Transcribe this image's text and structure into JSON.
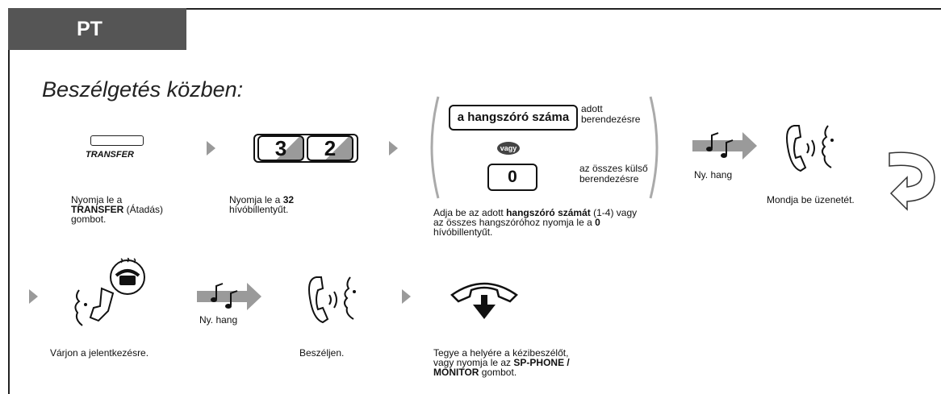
{
  "tab_title": "PT",
  "heading": "Beszélgetés közben:",
  "transfer_label": "TRANSFER",
  "step1": {
    "pre": "Nyomja le a",
    "bold": "TRANSFER",
    "post": " (Átadás)",
    "line3": "gombot."
  },
  "step2": {
    "pre": "Nyomja le a ",
    "bold": "32",
    "line2": "hívóbillentyűt."
  },
  "keys": {
    "k1": "3",
    "k2": "2",
    "zero": "0"
  },
  "speaker_number_label": "a hangszóró száma",
  "specific_device": {
    "l1": "adott",
    "l2": "berendezésre"
  },
  "or_label": "vagy",
  "all_external": {
    "l1": "az összes külső",
    "l2": "berendezésre"
  },
  "step3": {
    "pre": "Adja be az adott ",
    "bold": "hangszóró számát",
    "post": " (1-4) vagy",
    "l2_pre": "az összes hangszóróhoz nyomja le a ",
    "l2_bold": "0",
    "l3": " hívóbillentyűt."
  },
  "tone_label": "Ny. hang",
  "step4": "Mondja be üzenetét.",
  "step5": "Várjon a jelentkezésre.",
  "tone_label2": "Ny. hang",
  "step6": "Beszéljen.",
  "step7": {
    "l1": "Tegye a helyére a kézibeszélőt,",
    "l2_pre": "vagy nyomja le az ",
    "l2_bold": "SP-PHONE /",
    "l3_bold": "MONITOR",
    "l3_post": " gombot."
  },
  "icons": {
    "transfer": "button-icon",
    "talk": "speaking-handset-icon",
    "wait": "ringing-handset-icon",
    "tone": "music-note-tone-icon",
    "hangup": "hang-up-icon",
    "continue": "curved-continue-arrow-icon"
  }
}
